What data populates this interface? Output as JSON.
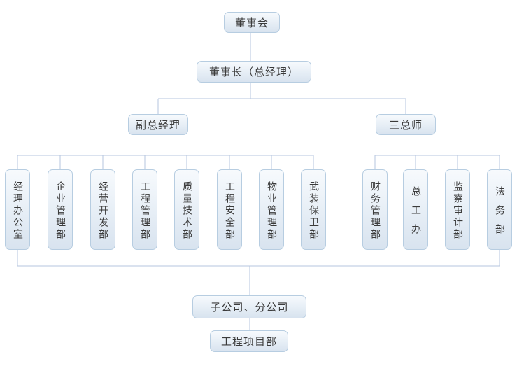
{
  "diagram": {
    "type": "org-chart",
    "colors": {
      "box_border": "#b7cde1",
      "box_fill_top": "#f7fafd",
      "box_fill_bottom": "#d8e3ef",
      "connector_line": "#b6c6df",
      "text": "#3b3b3b",
      "background": "#ffffff"
    },
    "nodes": {
      "board": {
        "label": "董事会"
      },
      "chairman": {
        "label": "董事长（总经理）"
      },
      "deputy_gm": {
        "label": "副总经理"
      },
      "three_chiefs": {
        "label": "三总师"
      },
      "left_departments": [
        {
          "label": "经理办公室"
        },
        {
          "label": "企业管理部"
        },
        {
          "label": "经营开发部"
        },
        {
          "label": "工程管理部"
        },
        {
          "label": "质量技术部"
        },
        {
          "label": "工程安全部"
        },
        {
          "label": "物业管理部"
        },
        {
          "label": "武装保卫部"
        }
      ],
      "right_departments": [
        {
          "label": "财务管理部"
        },
        {
          "label": "总工办"
        },
        {
          "label": "监察审计部"
        },
        {
          "label": "法务部"
        }
      ],
      "subsidiaries": {
        "label": "子公司、分公司"
      },
      "project_dept": {
        "label": "工程项目部"
      }
    }
  }
}
